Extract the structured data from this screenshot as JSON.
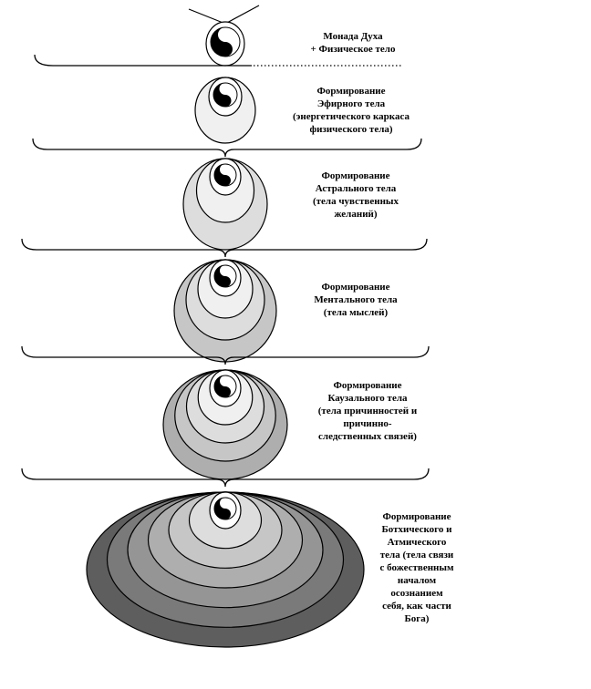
{
  "stages": [
    {
      "label": "Монада  Духа\n+ Физическое  тело",
      "layers": 1
    },
    {
      "label": "Формирование\nЭфирного  тела\n(энергетического  каркаса\nфизического  тела)",
      "layers": 2
    },
    {
      "label": "Формирование\nАстрального  тела\n(тела чувственных\nжеланий)",
      "layers": 3
    },
    {
      "label": "Формирование\nМентального  тела\n(тела мыслей)",
      "layers": 4
    },
    {
      "label": "Формирование\nКаузального  тела\n(тела причинностей  и\nпричинно-\nследственных  связей)",
      "layers": 5
    },
    {
      "label": "Формирование\nБотхического  и\nАтмического\nтела (тела связи\nс божественным\nначалом\nосознанием\nсебя, как части\nБога)",
      "layers": 7
    }
  ],
  "colors": {
    "innermost": "#ffffff",
    "layer_shades": [
      "#ffffff",
      "#f0f0f0",
      "#dddddd",
      "#c6c6c6",
      "#aeaeae",
      "#959595",
      "#7a7a7a",
      "#5e5e5e"
    ],
    "stroke": "#000000"
  },
  "icons": {
    "center_symbol": "yin-yang-icon"
  }
}
